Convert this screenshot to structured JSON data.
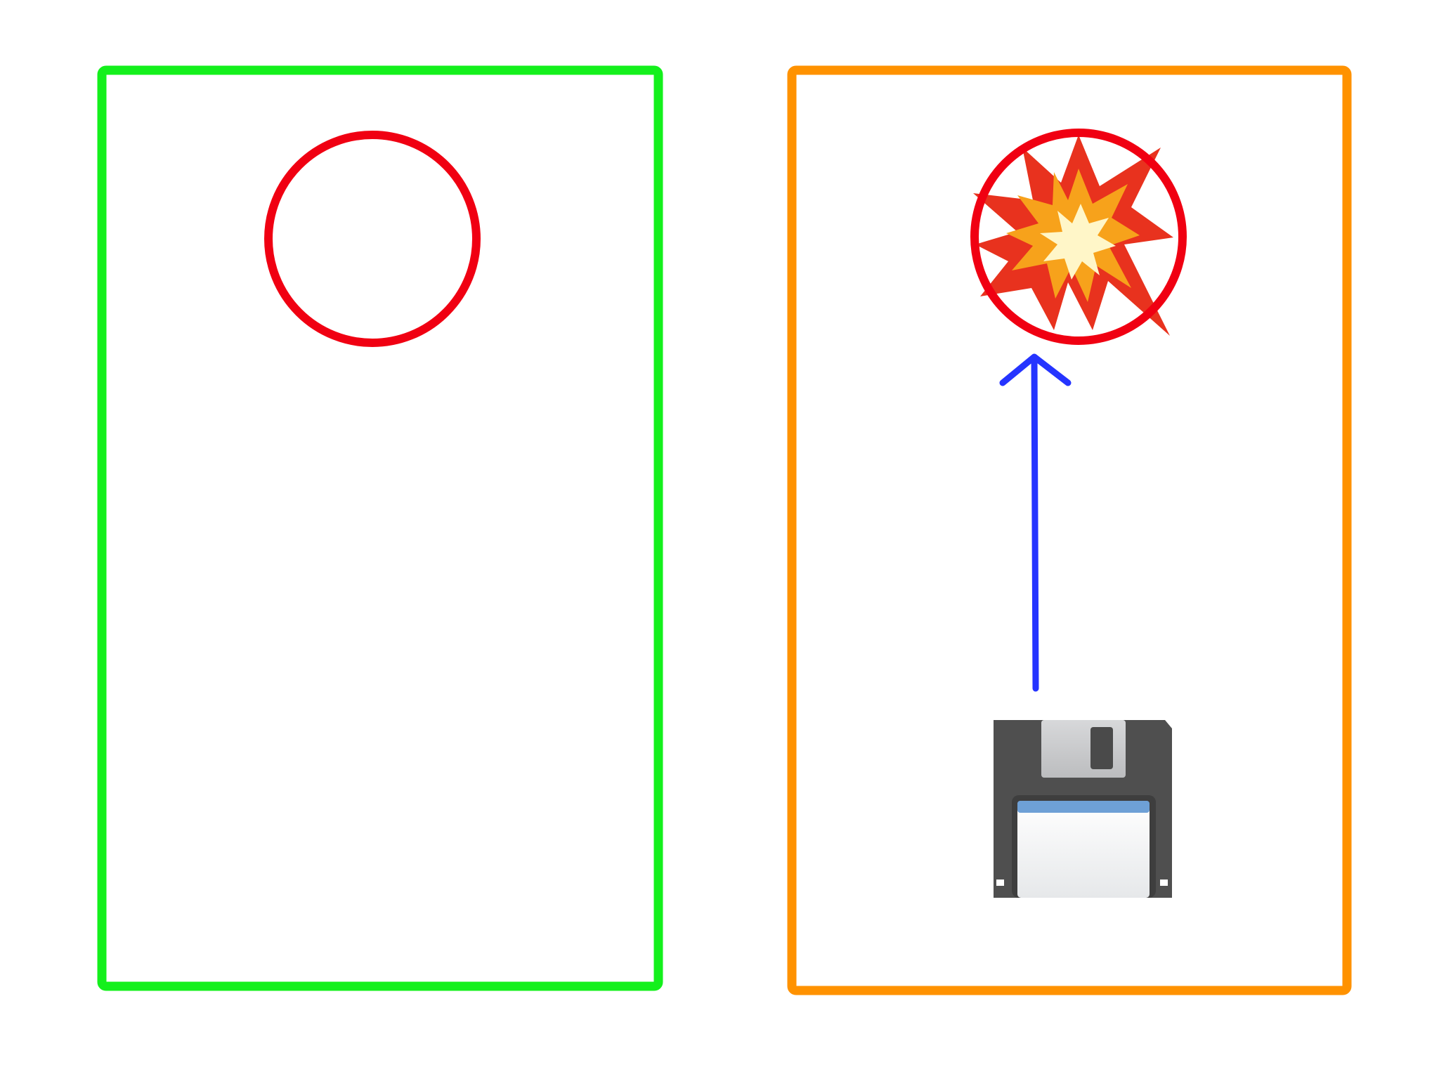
{
  "colors": {
    "background": "#ffffff",
    "left_panel_border": "#14f01c",
    "right_panel_border": "#ff9200",
    "target_circle": "#f00012",
    "arrow": "#2534ff",
    "explosion_outer": "#e8321e",
    "explosion_mid": "#f7a21b",
    "explosion_inner": "#fff6c8",
    "floppy_body": "#4f4f4f",
    "floppy_shutter": "#c8c9cb",
    "floppy_label_stripe": "#6ea0d6",
    "floppy_label": "#f4f5f7"
  },
  "icons": {
    "target_left": "red-circle-outline",
    "target_right": "red-circle-outline",
    "explosion": "collision-icon",
    "arrow": "arrow-up-icon",
    "floppy": "floppy-disk-icon"
  },
  "panels": [
    {
      "name": "left-panel",
      "border_color_key": "left_panel_border",
      "has_explosion": false,
      "has_floppy": false
    },
    {
      "name": "right-panel",
      "border_color_key": "right_panel_border",
      "has_explosion": true,
      "has_floppy": true
    }
  ]
}
